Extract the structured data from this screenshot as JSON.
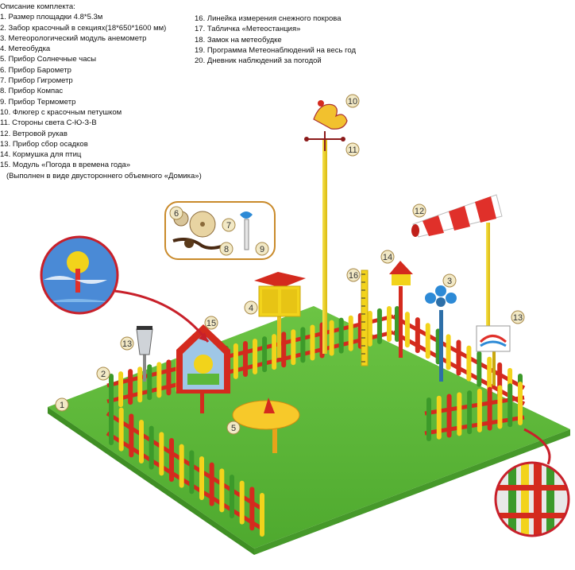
{
  "legend": {
    "title": "Описание комплекта:",
    "left_items": [
      "1. Размер площадки 4.8*5.3м",
      "2. Забор красочный в секциях(18*650*1600 мм)",
      "3. Метеорологический модуль анемометр",
      "4. Метеобудка",
      "5. Прибор Солнечные часы",
      "6. Прибор Барометр",
      "7. Прибор Гигрометр",
      "8. Прибор Компас",
      "9. Прибор Термометр",
      "10. Флюгер с красочным петушком",
      "11. Стороны света С-Ю-З-В",
      "12. Ветровой рукав",
      "13. Прибор сбор осадков",
      "14. Кормушка для птиц",
      "15. Модуль «Погода в времена года»",
      "(Выполнен в виде двустороннего объемного «Домика»)"
    ],
    "right_items": [
      "16. Линейка измерения снежного покрова",
      "17. Табличка «Метеостанция»",
      "18. Замок на метеобудке",
      "19. Программа Метеонаблюдений на весь год",
      "20. Дневник наблюдений за погодой"
    ]
  },
  "callouts": {
    "c1": "1",
    "c2": "2",
    "c3": "3",
    "c4": "4",
    "c5": "5",
    "c6": "6",
    "c7": "7",
    "c8": "8",
    "c9": "9",
    "c10": "10",
    "c11": "11",
    "c12": "12",
    "c13a": "13",
    "c13b": "13",
    "c14": "14",
    "c15": "15",
    "c16": "16"
  },
  "colors": {
    "grass": "#5cb83a",
    "fence_red": "#d42a1e",
    "fence_yellow": "#f2d31b",
    "fence_green": "#3c9a2a",
    "badge_fill": "#f2e9c6",
    "badge_stroke": "#a88a4a",
    "zoom_ring": "#c8202a"
  }
}
